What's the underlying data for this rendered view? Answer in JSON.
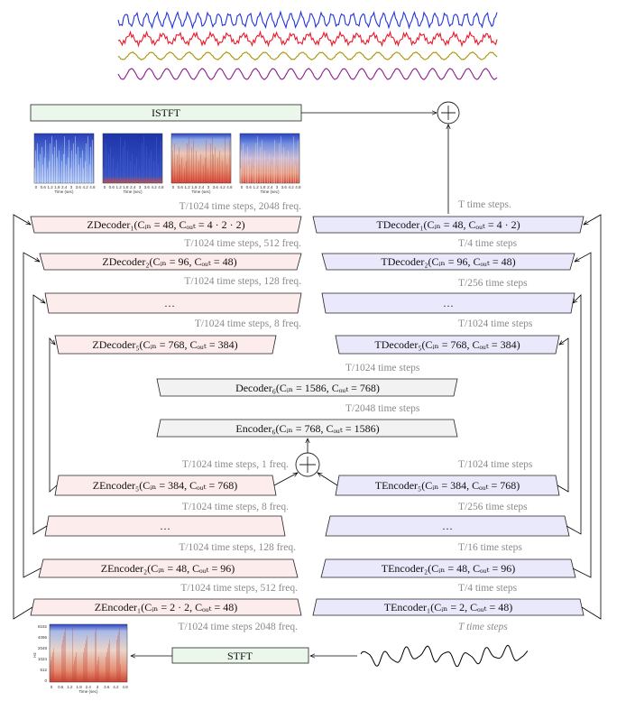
{
  "colors": {
    "zdec_fill": "#fdecec",
    "tdec_fill": "#e9e9fb",
    "center_fill": "#f2f2f2",
    "stft_fill": "#eaf7ea",
    "wave_blue": "#2233dd",
    "wave_red": "#e8182a",
    "wave_olive": "#a59400",
    "wave_purple": "#8a1a8a"
  },
  "top": {
    "istft": "ISTFT"
  },
  "bottom": {
    "stft": "STFT"
  },
  "z_branch": {
    "dec1": "ZDecoder₁(Cᵢₙ = 48, Cₒᵤₜ = 4 · 2 · 2)",
    "dec2": "ZDecoder₂(Cᵢₙ = 96, Cₒᵤₜ = 48)",
    "dots_dec": "…",
    "dec5": "ZDecoder₅(Cᵢₙ = 768, Cₒᵤₜ = 384)",
    "enc5": "ZEncoder₅(Cᵢₙ = 384, Cₒᵤₜ = 768)",
    "dots_enc": "…",
    "enc2": "ZEncoder₂(Cᵢₙ = 48, Cₒᵤₜ = 96)",
    "enc1": "ZEncoder₁(Cᵢₙ = 2 · 2, Cₒᵤₜ = 48)",
    "s_2048": "T/1024 time steps, 2048 freq.",
    "s_512_top": "T/1024 time steps, 512 freq.",
    "s_128_top": "T/1024 time steps, 128 freq.",
    "s_8_top": "T/1024 time steps, 8 freq.",
    "s_1": "T/1024 time steps, 1 freq.",
    "s_8_bot": "T/1024 time steps, 8 freq.",
    "s_128_bot": "T/1024 time steps, 128 freq.",
    "s_512_bot": "T/1024 time steps, 512 freq.",
    "s_input": "T/1024 time steps 2048 freq."
  },
  "t_branch": {
    "dec1": "TDecoder₁(Cᵢₙ = 48, Cₒᵤₜ = 4 · 2)",
    "dec2": "TDecoder₂(Cᵢₙ = 96, Cₒᵤₜ = 48)",
    "dots_dec": "…",
    "dec5": "TDecoder₅(Cᵢₙ = 768, Cₒᵤₜ = 384)",
    "enc5": "TEncoder₅(Cᵢₙ = 384, Cₒᵤₜ = 768)",
    "dots_enc": "…",
    "enc2": "TEncoder₂(Cᵢₙ = 48, Cₒᵤₜ = 96)",
    "enc1": "TEncoder₁(Cᵢₙ = 2, Cₒᵤₜ = 48)",
    "s_out": "T time steps.",
    "s_4_top": "T/4 time steps",
    "s_256_top": "T/256 time steps",
    "s_1024_top": "T/1024 time steps",
    "s_1024_enc": "T/1024 time steps",
    "s_256_bot": "T/256 time steps",
    "s_16_bot": "T/16 time steps",
    "s_4_bot": "T/4 time steps",
    "s_input": "T time steps"
  },
  "center": {
    "decoder6": "Decoder₆(Cᵢₙ = 1586, Cₒᵤₜ = 768)",
    "encoder6": "Encoder₆(Cᵢₙ = 768, Cₒᵤₜ = 1586)",
    "s_above_dec6": "T/1024 time steps",
    "s_between": "T/2048 time steps"
  },
  "spectrogram": {
    "xticks": [
      "0",
      "0.6",
      "1.2",
      "1.8",
      "2.4",
      "3",
      "3.6",
      "4.2",
      "4.8"
    ],
    "xlabel": "Time (sec)",
    "yticks": [
      "8192",
      "4096",
      "2048",
      "1024",
      "512",
      "0"
    ],
    "ylabel": "Hz"
  }
}
